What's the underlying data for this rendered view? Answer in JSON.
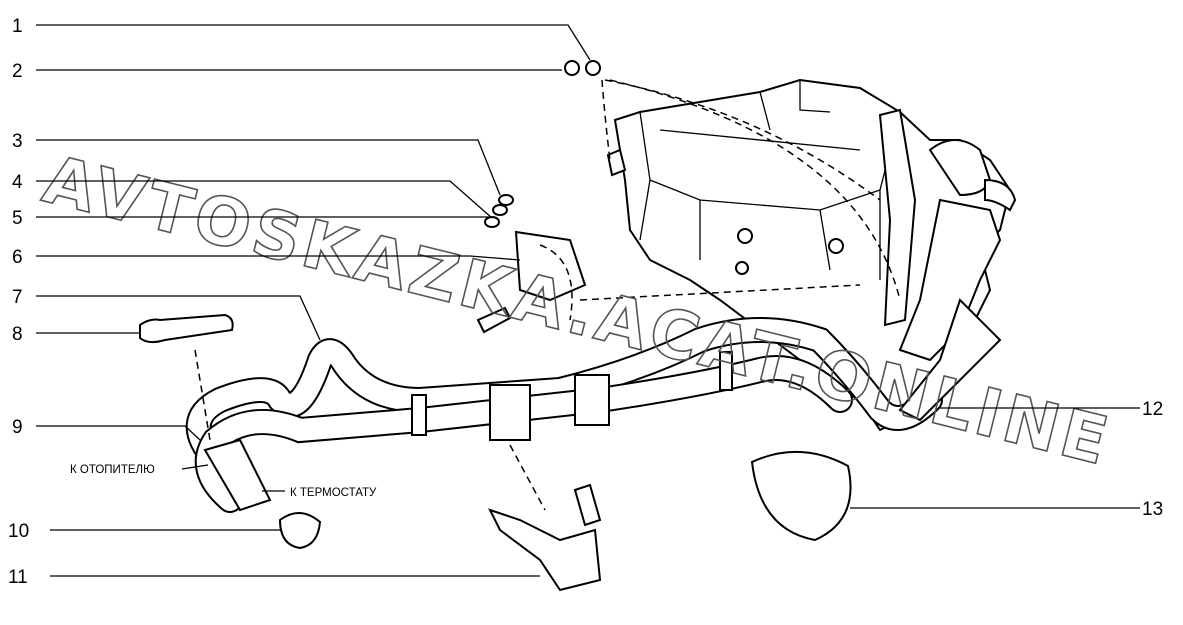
{
  "diagram": {
    "callouts": [
      "1",
      "2",
      "3",
      "4",
      "5",
      "6",
      "7",
      "8",
      "9",
      "10",
      "11",
      "12",
      "13"
    ],
    "notes": {
      "to_heater": "К ОТОПИТЕЛЮ",
      "to_thermostat": "К ТЕРМОСТАТУ"
    },
    "watermark": "AVTOSKAZKA.ACAT.ONLINE"
  }
}
